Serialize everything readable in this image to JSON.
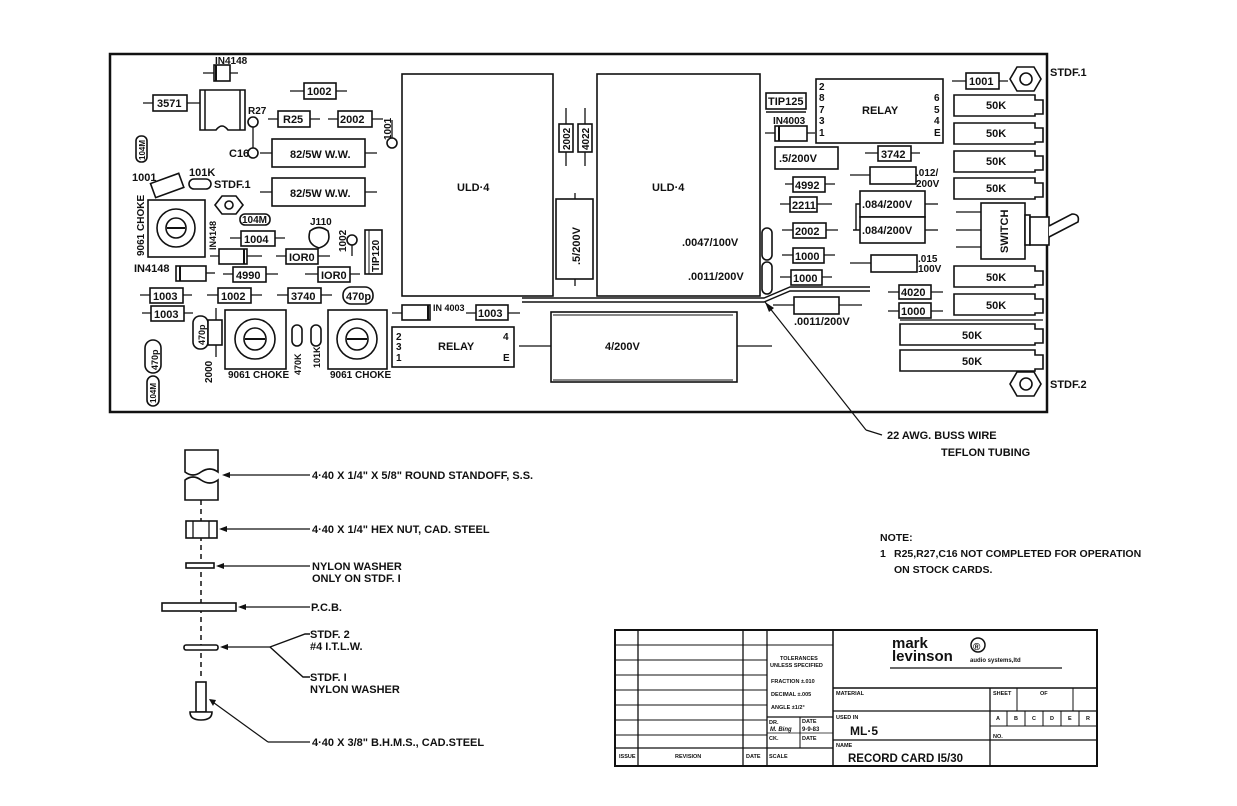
{
  "board": {
    "standoffs": [
      "STDF.1",
      "STDF.2"
    ],
    "modules": [
      {
        "label": "ULD·4"
      },
      {
        "label": "ULD·4"
      }
    ],
    "relays": [
      {
        "label": "RELAY",
        "pins_left": [
          "2",
          "8",
          "7",
          "3",
          "1"
        ],
        "pins_right": [
          "6",
          "5",
          "4",
          "E"
        ]
      },
      {
        "label": "RELAY",
        "pins_left": [
          "2",
          "3",
          "1"
        ],
        "pins_right": [
          "4",
          "E"
        ]
      }
    ],
    "transistors": [
      "TIP125",
      "TIP120",
      "J110"
    ],
    "diodes": [
      "IN4148",
      "IN4148",
      "IN4148",
      "IN4003",
      "IN 4003"
    ],
    "resistors": {
      "top_left": [
        "3571",
        "1002",
        "R25",
        "2002",
        "1001"
      ],
      "mid_left": [
        "1004",
        "IOR0",
        "4990",
        "IOR0",
        "1002"
      ],
      "bottom_left": [
        "1003",
        "1002",
        "3740",
        "1003",
        "1003"
      ],
      "vertical": [
        "2002",
        "4022",
        "1001",
        "1002",
        "2000"
      ],
      "right": [
        "1001",
        "3742",
        "4992",
        "2211",
        "2002",
        "1000",
        "1000",
        "4020",
        "1000"
      ]
    },
    "capacitors": [
      "82/5W  W.W.",
      "82/5W  W.W.",
      ".5/200V",
      ".5/200V",
      ".0047/100V",
      ".0011/200V",
      ".012/",
      "200V",
      ".084/200V",
      ".084/200V",
      ".015",
      "100V",
      ".0011/200V",
      "4/200V",
      "470p",
      "470p",
      "470p",
      "104M",
      "104M",
      "104M",
      "C16",
      "R27"
    ],
    "small_parts": [
      "101K",
      "1001",
      "470K",
      "101K"
    ],
    "chokes": [
      "9061 CHOKE",
      "9061 CHOKE",
      "9061 CHOKE"
    ],
    "pots": [
      "50K",
      "50K",
      "50K",
      "50K",
      "50K",
      "50K",
      "50K",
      "50K"
    ],
    "switch": "SWITCH"
  },
  "callouts": {
    "buss_wire": "22 AWG.  BUSS WIRE",
    "tubing": "TEFLON  TUBING"
  },
  "hardware": [
    {
      "label": "4·40 X 1/4\" X 5/8\"  ROUND STANDOFF, S.S."
    },
    {
      "label": "4·40 X 1/4\"  HEX NUT, CAD. STEEL"
    },
    {
      "label": "NYLON  WASHER",
      "line2": "ONLY ON STDF. I"
    },
    {
      "label": "P.C.B."
    },
    {
      "label": "STDF. 2",
      "line2": "#4  I.T.L.W."
    },
    {
      "label": "STDF. I",
      "line2": "NYLON  WASHER"
    },
    {
      "label": "4·40 X 3/8\"  B.H.M.S., CAD.STEEL"
    }
  ],
  "note": {
    "title": "NOTE:",
    "number": "1",
    "line1": "R25,R27,C16 NOT COMPLETED FOR OPERATION",
    "line2": "ON STOCK CARDS."
  },
  "title_block": {
    "tolerances_title": "TOLERANCES",
    "tolerances_sub": "UNLESS SPECIFIED",
    "fraction": "FRACTION  ±.010",
    "decimal": "DECIMAL  ±.005",
    "angle": "ANGLE  ±1/2°",
    "dr_label": "DR.",
    "dr_value": "M. Bing",
    "ck_label": "CK.",
    "date_label": "DATE",
    "date_value": "9-9-83",
    "date_label2": "DATE",
    "issue_label": "ISSUE",
    "revision_label": "REVISION",
    "date_col_label": "DATE",
    "scale_label": "SCALE",
    "brand_line1": "mark",
    "brand_line2": "levinson",
    "brand_reg": "®",
    "brand_sub": "audio systems,ltd",
    "material_label": "MATERIAL",
    "sheet_label": "SHEET",
    "of_label": "OF",
    "used_in_label": "USED IN",
    "used_in_value": "ML·5",
    "name_label": "NAME",
    "name_value": "RECORD CARD  I5/30",
    "no_label": "NO.",
    "revisions": [
      "A",
      "B",
      "C",
      "D",
      "E",
      "R"
    ]
  }
}
